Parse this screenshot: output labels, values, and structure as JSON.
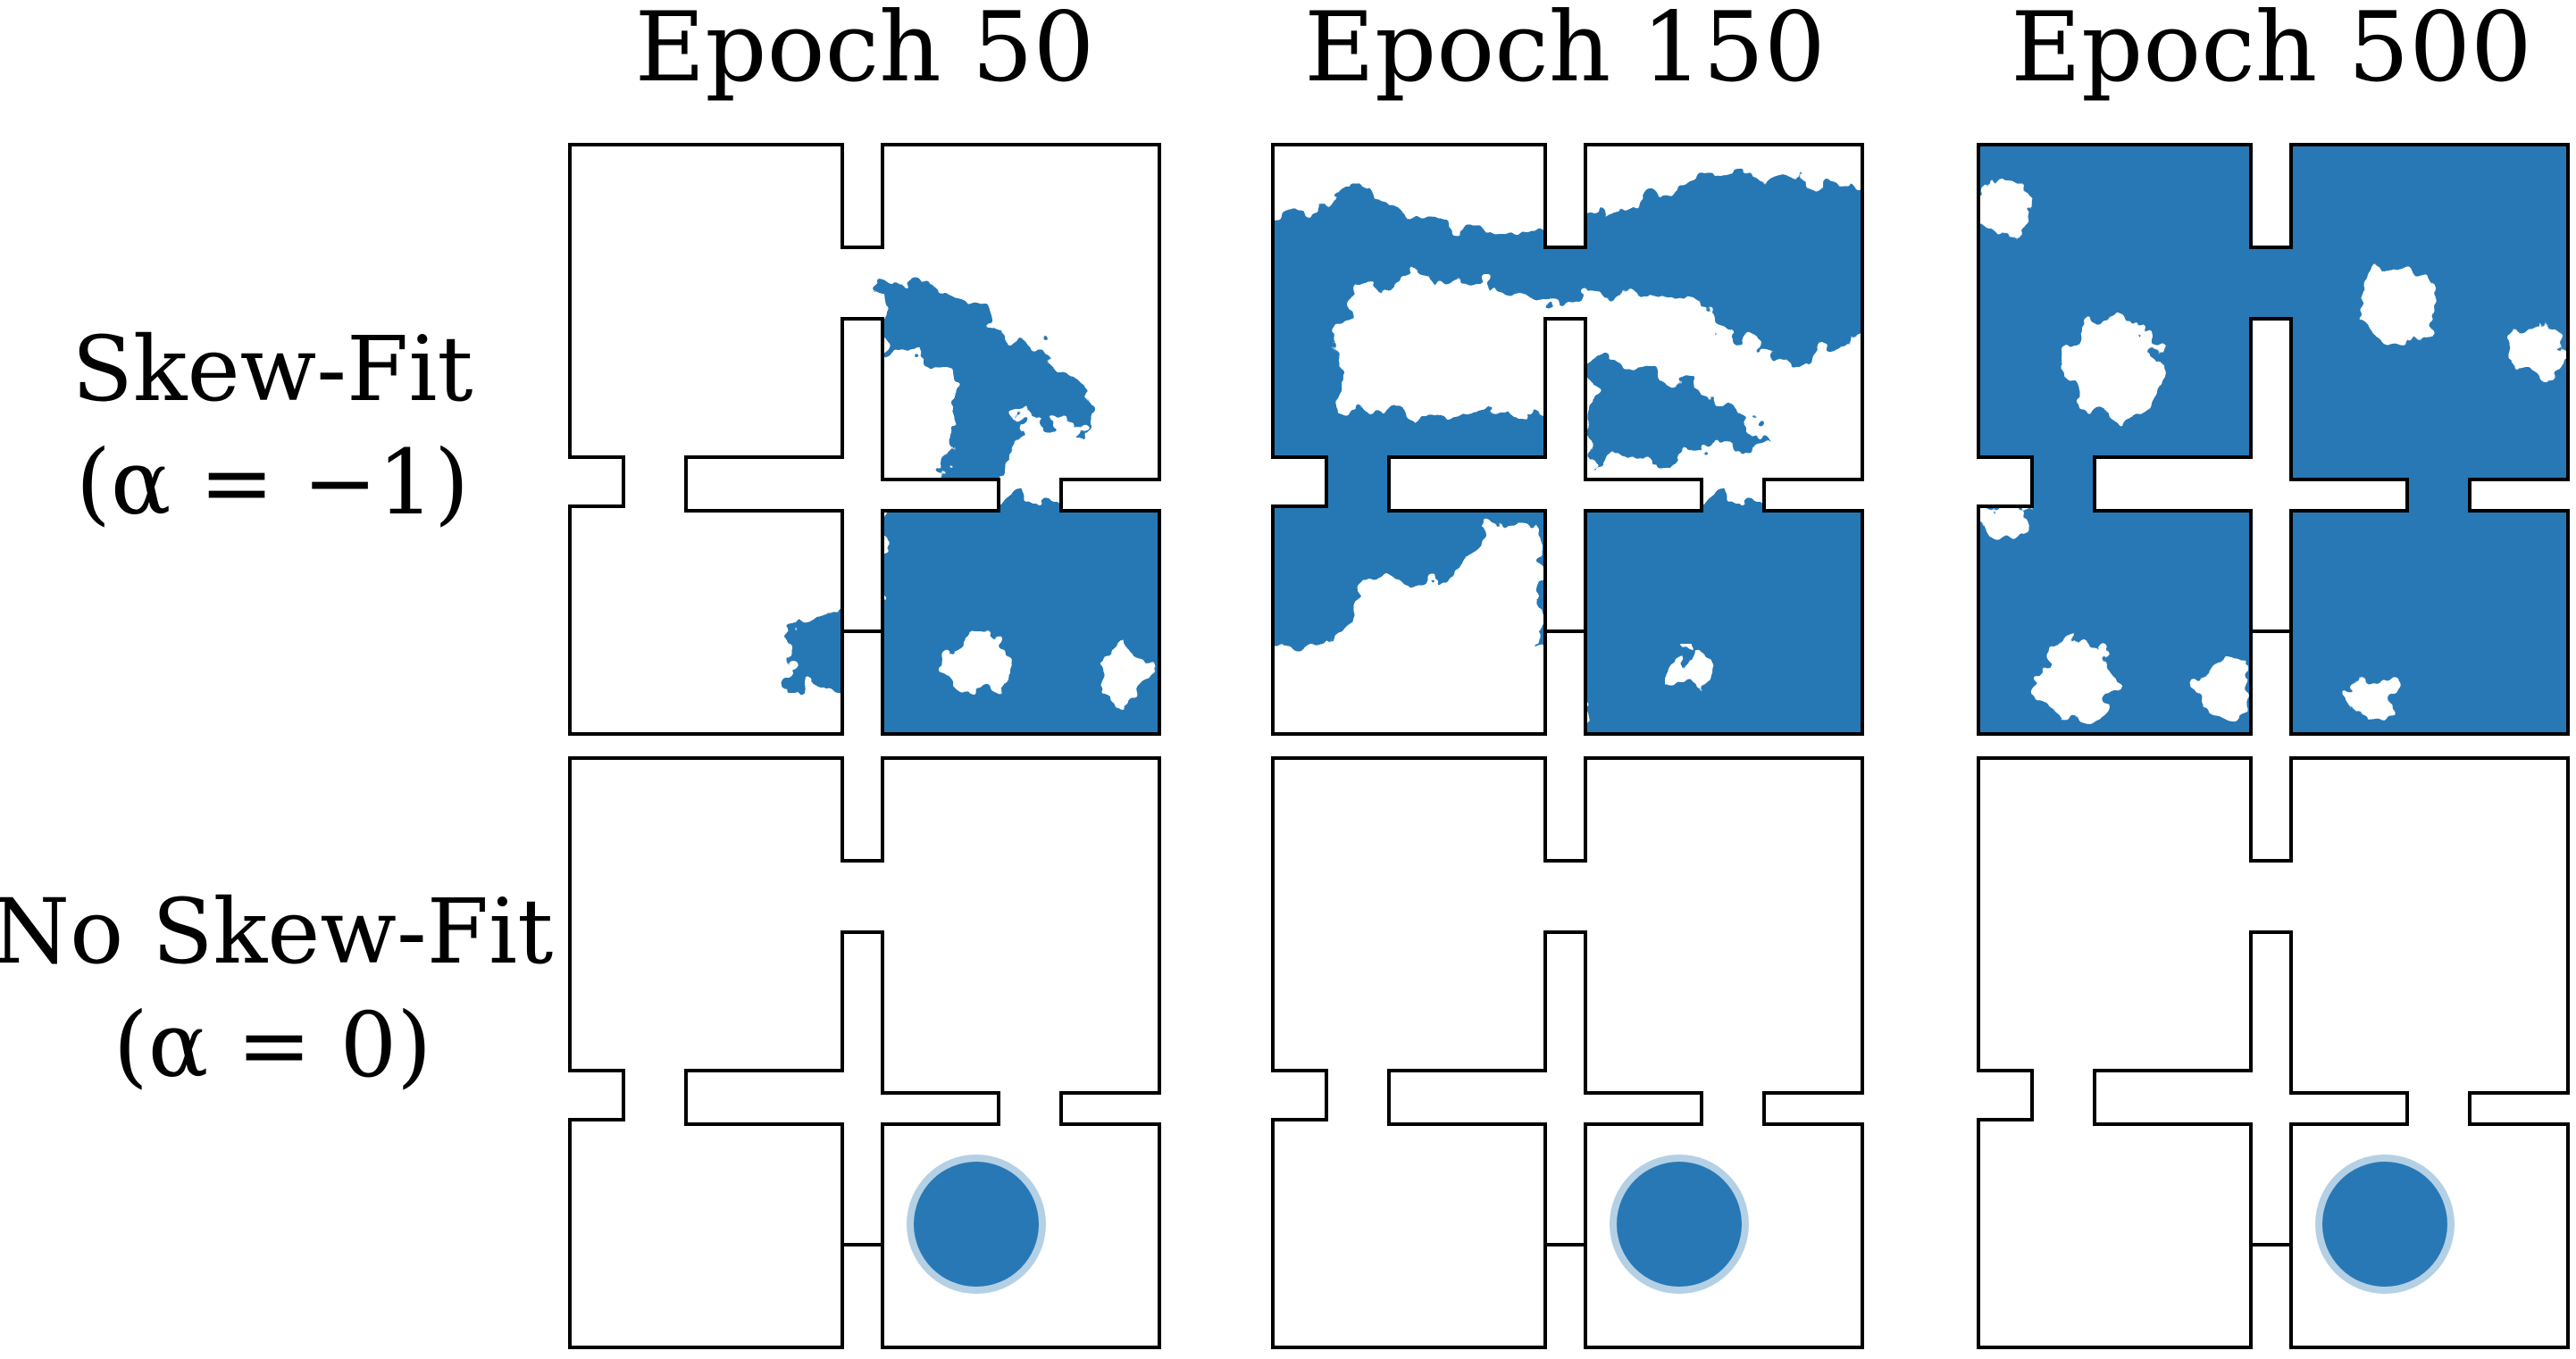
{
  "columns": [
    {
      "label": "Epoch 50"
    },
    {
      "label": "Epoch 150"
    },
    {
      "label": "Epoch 500"
    }
  ],
  "rows": [
    {
      "name": "Skew-Fit",
      "param": "(α = −1)"
    },
    {
      "name": "No Skew-Fit",
      "param": "(α = 0)"
    }
  ],
  "colors": {
    "visited": "#2878b5",
    "wall": "#000000",
    "background": "#ffffff"
  }
}
